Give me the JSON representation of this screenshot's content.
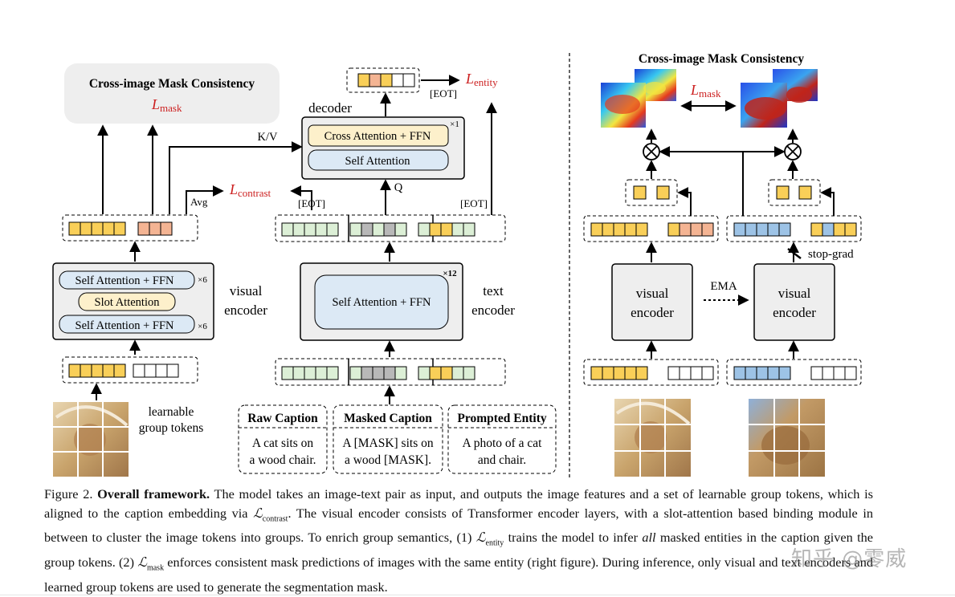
{
  "colors": {
    "yellow_token": "#f9cf58",
    "yellow_border": "#c99a16",
    "orange_token": "#f4b493",
    "green_token": "#dcefd6",
    "gray_token": "#b8b8b8",
    "blue_token": "#9dc3e6",
    "blue_box": "#dce9f5",
    "cream_box": "#fdf0cb",
    "panel_gray": "#eeeeee",
    "loss_red": "#cc1f1f"
  },
  "left": {
    "cim_title": "Cross-image Mask Consistency",
    "cim_loss_L": "L",
    "cim_loss_sub": "mask",
    "visual_encoder_label_1": "visual",
    "visual_encoder_label_2": "encoder",
    "self_attn_ffn_top": "Self Attention + FFN",
    "slot_attention": "Slot Attention",
    "self_attn_ffn_bottom": "Self Attention + FFN",
    "mult_top": "×6",
    "mult_bottom": "×6",
    "avg": "Avg",
    "contrast_L": "L",
    "contrast_sub": "contrast",
    "learnable_1": "learnable",
    "learnable_2": "group tokens",
    "kv": "K/V",
    "decoder_label": "decoder",
    "cross_attn_ffn": "Cross Attention + FFN",
    "self_attention": "Self Attention",
    "decoder_mult": "×1",
    "q": "Q",
    "entity_L": "L",
    "entity_sub": "entity",
    "eot_top": "[EOT]",
    "eot_left": "[EOT]",
    "eot_right": "[EOT]",
    "text_encoder_block": "Self Attention + FFN",
    "text_mult": "×12",
    "text_encoder_label_1": "text",
    "text_encoder_label_2": "encoder",
    "captions": [
      {
        "title": "Raw Caption",
        "line1": "A cat sits on",
        "line2": "a wood chair."
      },
      {
        "title": "Masked Caption",
        "line1": "A [MASK] sits on",
        "line2": "a wood [MASK]."
      },
      {
        "title": "Prompted Entity",
        "line1": "A photo of a cat",
        "line2": "and chair."
      }
    ]
  },
  "right": {
    "title": "Cross-image Mask Consistency",
    "loss_L": "L",
    "loss_sub": "mask",
    "ve_left_1": "visual",
    "ve_left_2": "encoder",
    "ve_right_1": "visual",
    "ve_right_2": "encoder",
    "ema": "EMA",
    "stop_grad": "stop-grad"
  },
  "caption": {
    "fig_label": "Figure 2.",
    "bold_title": "Overall framework.",
    "p1": " The model takes an image-text pair as input, and outputs the image features and a set of learnable group tokens, which is aligned to the caption embedding via ",
    "sym_contrast": "ℒ",
    "sub_contrast": "contrast",
    "p2": ". The visual encoder consists of Transformer encoder layers, with a slot-attention based binding module in between to cluster the image tokens into groups. To enrich group semantics, (1) ",
    "sym_entity": "ℒ",
    "sub_entity": "entity",
    "p3": " trains the model to infer ",
    "italic_all": "all",
    "p4": " masked entities in the caption given the group tokens. (2) ",
    "sym_mask": "ℒ",
    "sub_mask": "mask",
    "p5": " enforces consistent mask predictions of images with the same entity (right figure). During inference, only visual and text encoders and learned group tokens are used to generate the segmentation mask."
  },
  "watermark": "知乎 @零威"
}
